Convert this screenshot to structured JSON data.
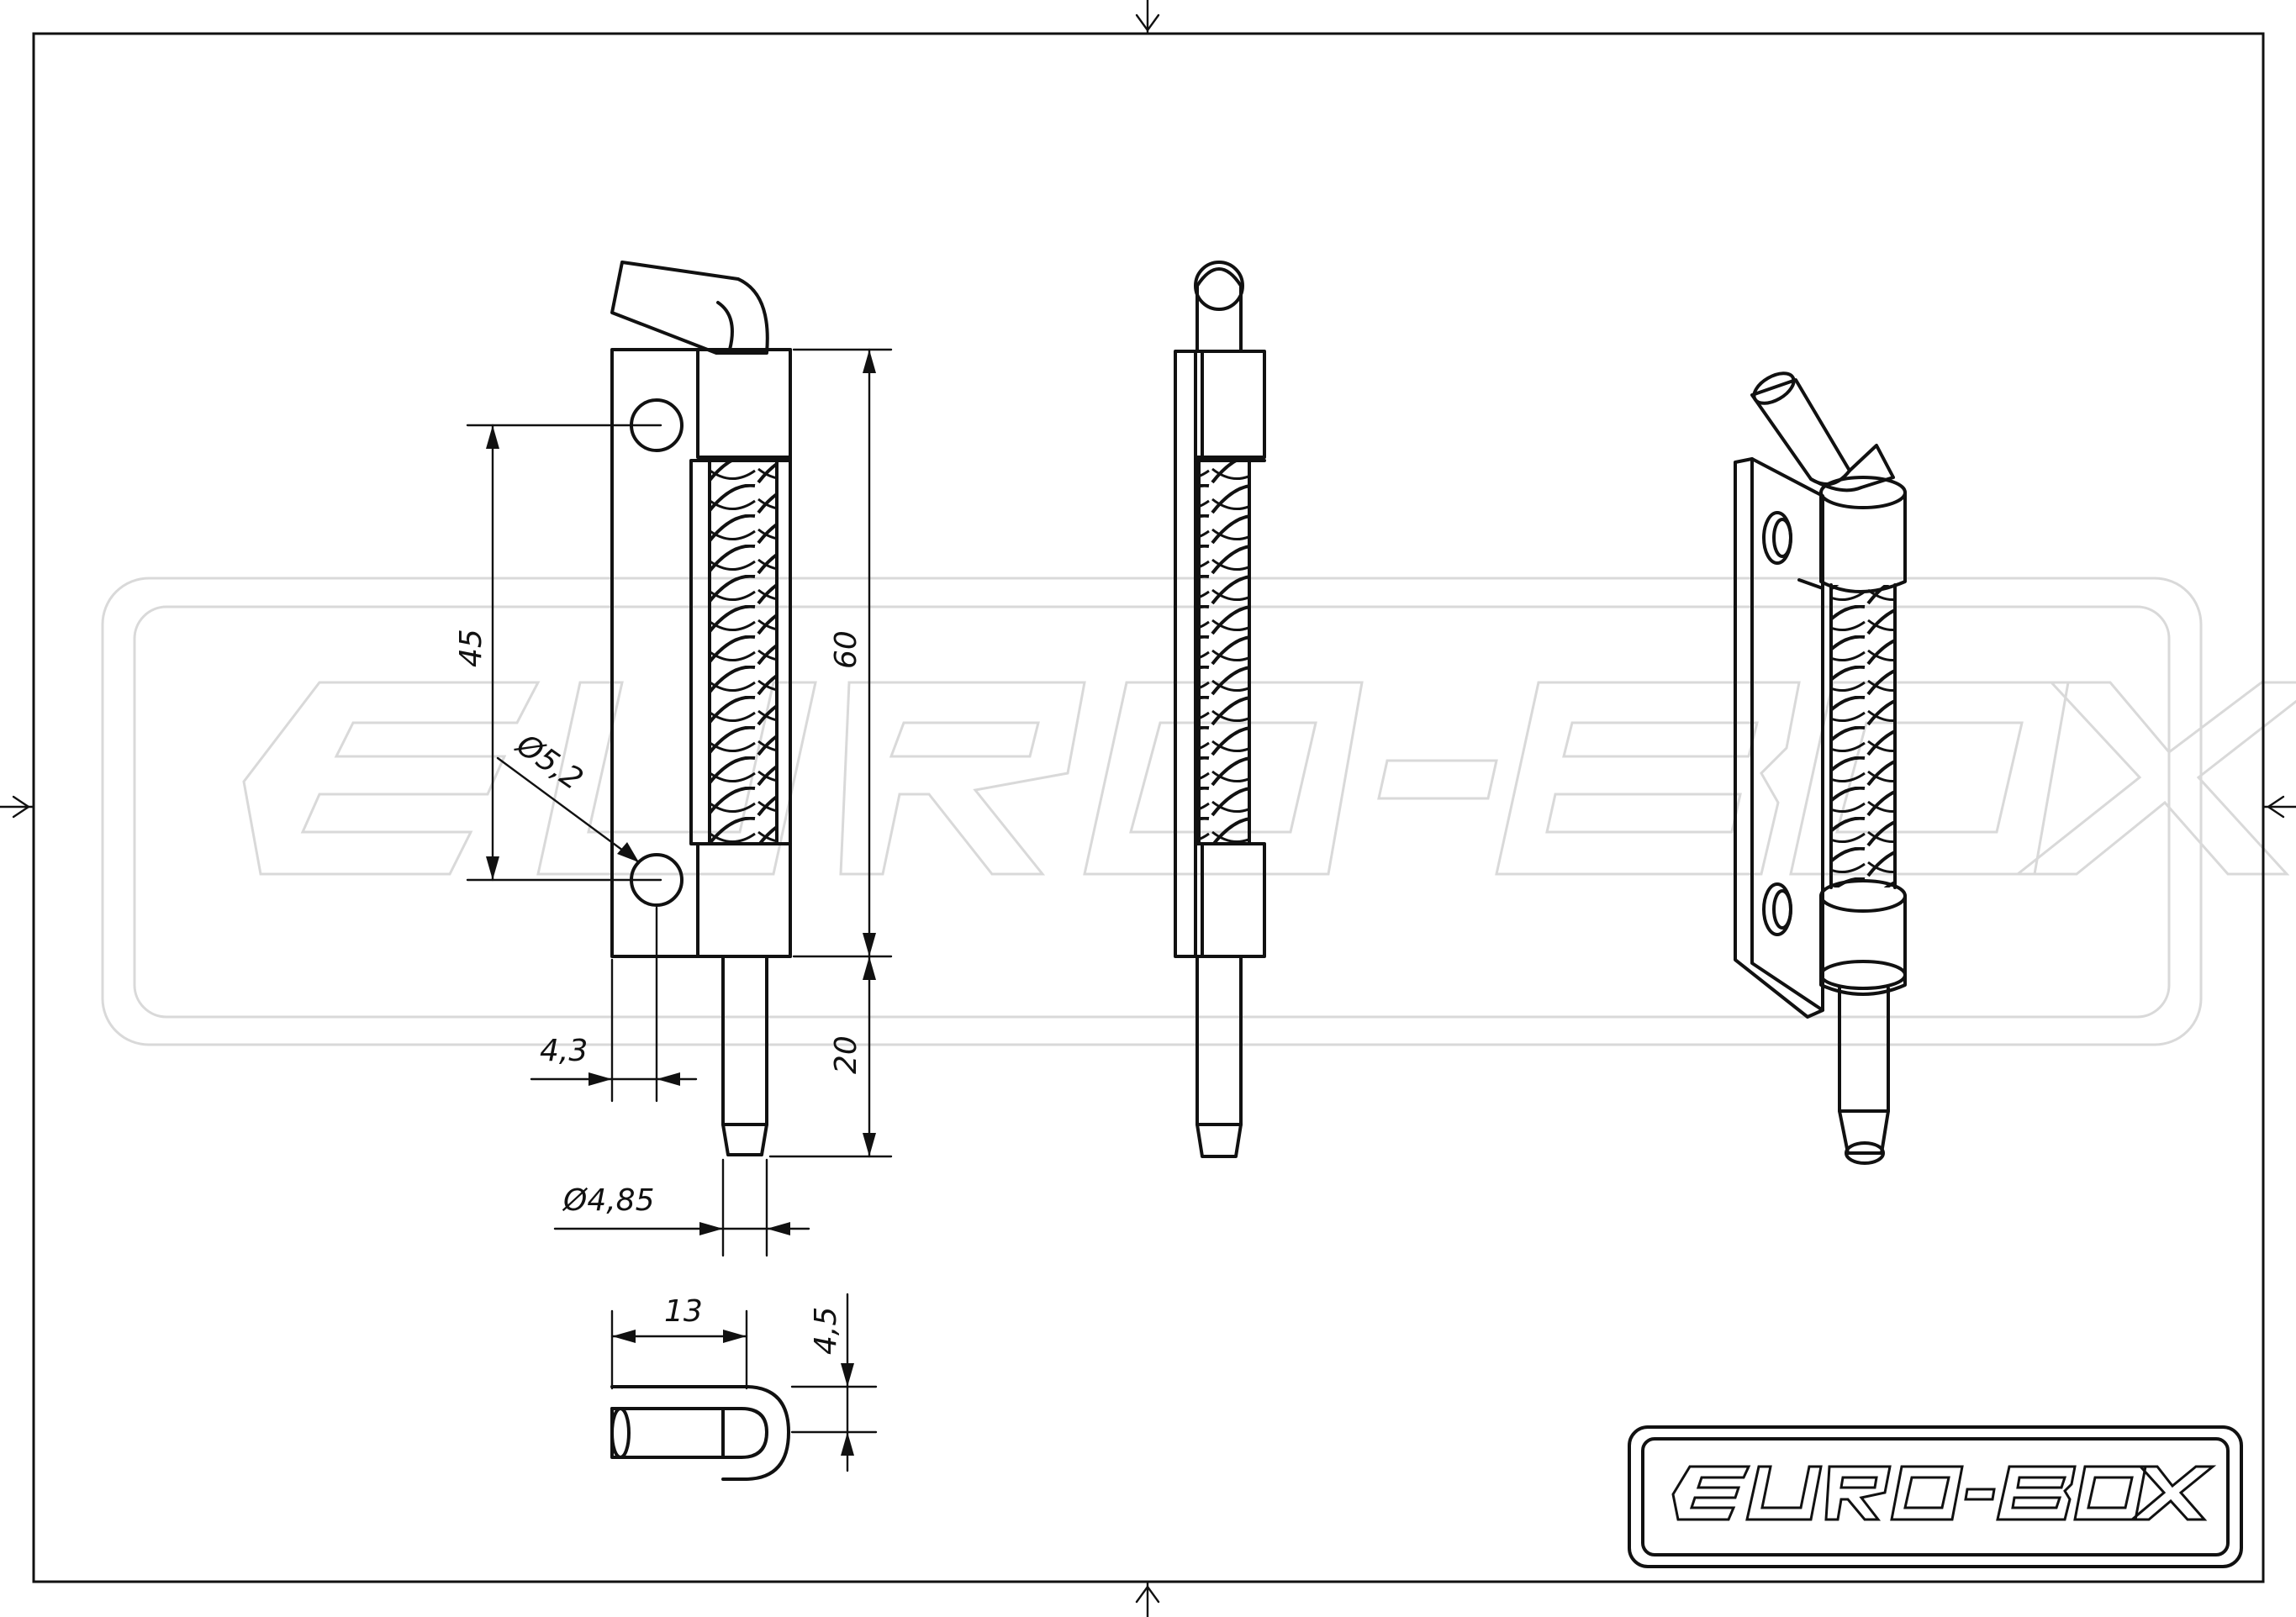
{
  "dimensions": {
    "hole_spacing": "45",
    "hole_diameter": "Ø5,2",
    "body_length": "60",
    "pin_protrusion": "20",
    "edge_to_hole": "4,3",
    "pin_diameter": "Ø4,85",
    "width": "13",
    "thickness": "4,5"
  },
  "brand": {
    "logo_text": "EURO-BOX"
  }
}
